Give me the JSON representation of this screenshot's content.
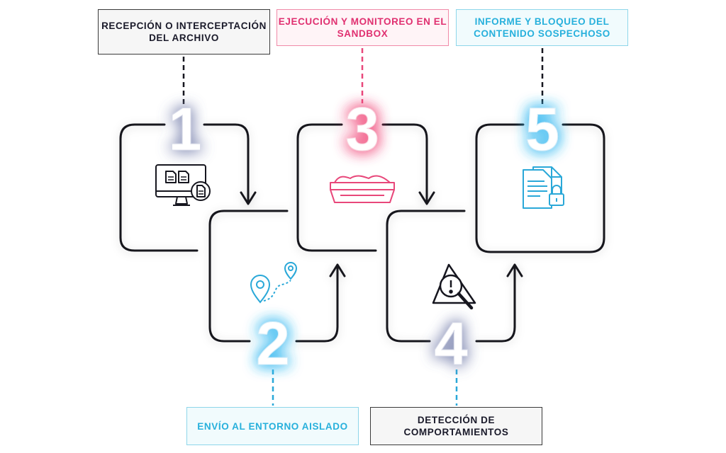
{
  "steps": [
    {
      "number": "1",
      "label": "RECEPCIÓN O INTERCEPTACIÓN DEL ARCHIVO",
      "icon": "computer-files-icon",
      "glow": "#8a92b8",
      "label_color": "#1a1a2a"
    },
    {
      "number": "2",
      "label": "ENVÍO AL ENTORNO AISLADO",
      "icon": "location-route-icon",
      "glow": "#36b8f0",
      "label_color": "#27b0dc"
    },
    {
      "number": "3",
      "label": "EJECUCIÓN Y MONITOREO EN EL SANDBOX",
      "icon": "sandbox-icon",
      "glow": "#f04a7a",
      "label_color": "#e03070"
    },
    {
      "number": "4",
      "label": "DETECCIÓN DE COMPORTAMIENTOS",
      "icon": "warning-magnifier-icon",
      "glow": "#8a92b8",
      "label_color": "#1a1a2a"
    },
    {
      "number": "5",
      "label": "INFORME Y BLOQUEO DEL CONTENIDO SOSPECHOSO",
      "icon": "locked-document-icon",
      "glow": "#36b8f0",
      "label_color": "#27b0dc"
    }
  ],
  "colors": {
    "line": "#16161f",
    "pink": "#e8477a",
    "blue": "#2aa8d8",
    "dark": "#1a1a2a"
  }
}
